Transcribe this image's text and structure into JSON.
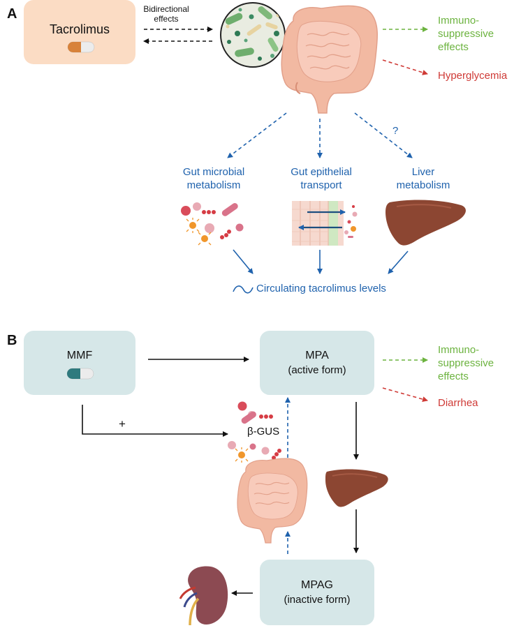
{
  "panel_a": {
    "label": "A",
    "drug_box": "Tacrolimus",
    "bidirectional_line1": "Bidirectional",
    "bidirectional_line2": "effects",
    "immuno_line1": "Immuno-",
    "immuno_line2": "suppressive",
    "immuno_line3": "effects",
    "hyperglycemia": "Hyperglycemia",
    "question_mark": "?",
    "mech1_line1": "Gut microbial",
    "mech1_line2": "metabolism",
    "mech2_line1": "Gut epithelial",
    "mech2_line2": "transport",
    "mech3_line1": "Liver",
    "mech3_line2": "metabolism",
    "circulating": "Circulating tacrolimus levels"
  },
  "panel_b": {
    "label": "B",
    "mmf": "MMF",
    "mpa_line1": "MPA",
    "mpa_line2": "(active form)",
    "immuno_line1": "Immuno-",
    "immuno_line2": "suppressive",
    "immuno_line3": "effects",
    "diarrhea": "Diarrhea",
    "plus": "+",
    "bgus": "β-GUS",
    "mpag_line1": "MPAG",
    "mpag_line2": "(inactive form)"
  },
  "colors": {
    "blue": "#1f62ad",
    "green": "#6cb33f",
    "red": "#cf3a36",
    "tac_box": "#fbdcc4",
    "b_box": "#d6e7e8",
    "gut": "#f2b9a2",
    "liver": "#8c4632",
    "kidney": "#8c4a52"
  }
}
